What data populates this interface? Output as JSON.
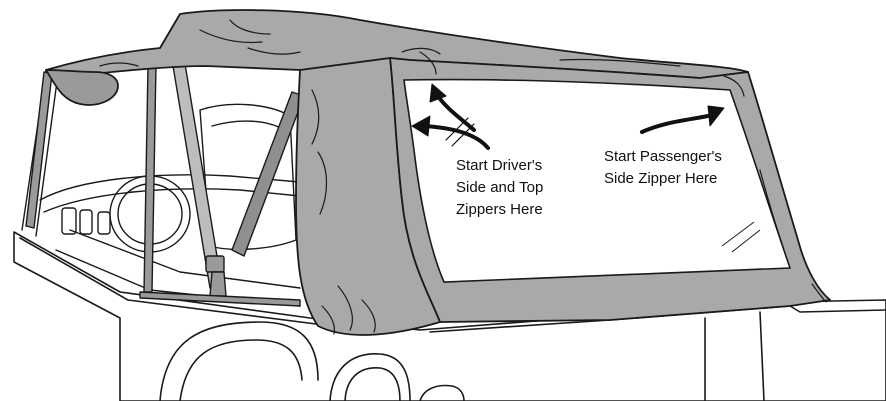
{
  "diagram": {
    "callouts": [
      {
        "id": "driver",
        "lines": [
          "Start Driver's",
          "Side and Top",
          "Zippers Here"
        ]
      },
      {
        "id": "passenger",
        "lines": [
          "Start Passenger's",
          "Side Zipper Here"
        ]
      }
    ]
  },
  "colors": {
    "fabric": "#a9a9a9",
    "fabric_shade": "#8f8f8f",
    "line": "#1a1a1a",
    "background": "#ffffff"
  }
}
